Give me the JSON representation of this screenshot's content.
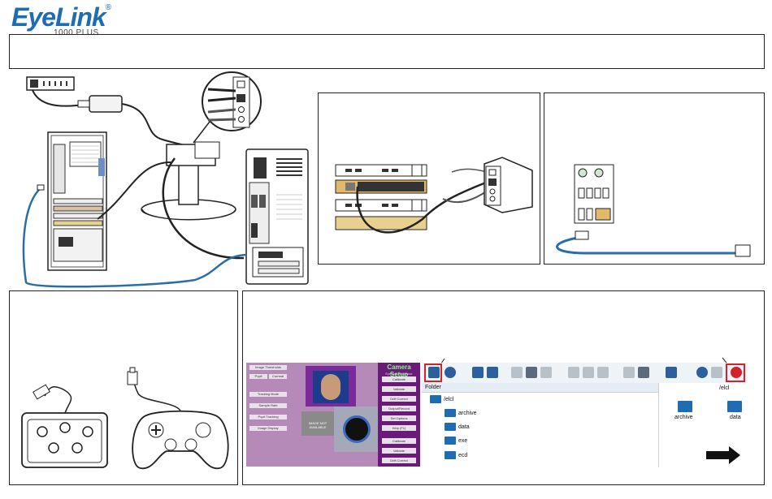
{
  "logo": {
    "brand": "EyeLink",
    "registered": "®",
    "model": "1000 PLUS"
  },
  "software": {
    "camera_setup_title": "Camera Setup",
    "camera_setup_sub": "EyeLink Processor",
    "camera_setup_buttons": [
      "Calibrate",
      "Validate",
      "Drift Correct",
      "Output/Record",
      "Set Options",
      "Help (F1)",
      "Calibrate",
      "Validate",
      "Drift Correct"
    ],
    "left_buttons": [
      "Image Thresholds",
      "Pupil",
      "Corneal",
      "Tracking Mode",
      "Sample Rate",
      "Pupil Tracking",
      "Image Display"
    ],
    "camera_msg": "IMAGE NOT AVAILABLE",
    "folder_header": "Folder",
    "tree": [
      "/elcl",
      "archive",
      "data",
      "exe",
      "ecd"
    ],
    "right_path": "/elcl",
    "right_folders": [
      "archive",
      "data"
    ]
  },
  "colors": {
    "cable_blue": "#2a6ea6",
    "brand": "#1e6db3",
    "highlight": "#d2232a",
    "card_orange": "#e2b86a",
    "card_yellow": "#e8d090"
  }
}
